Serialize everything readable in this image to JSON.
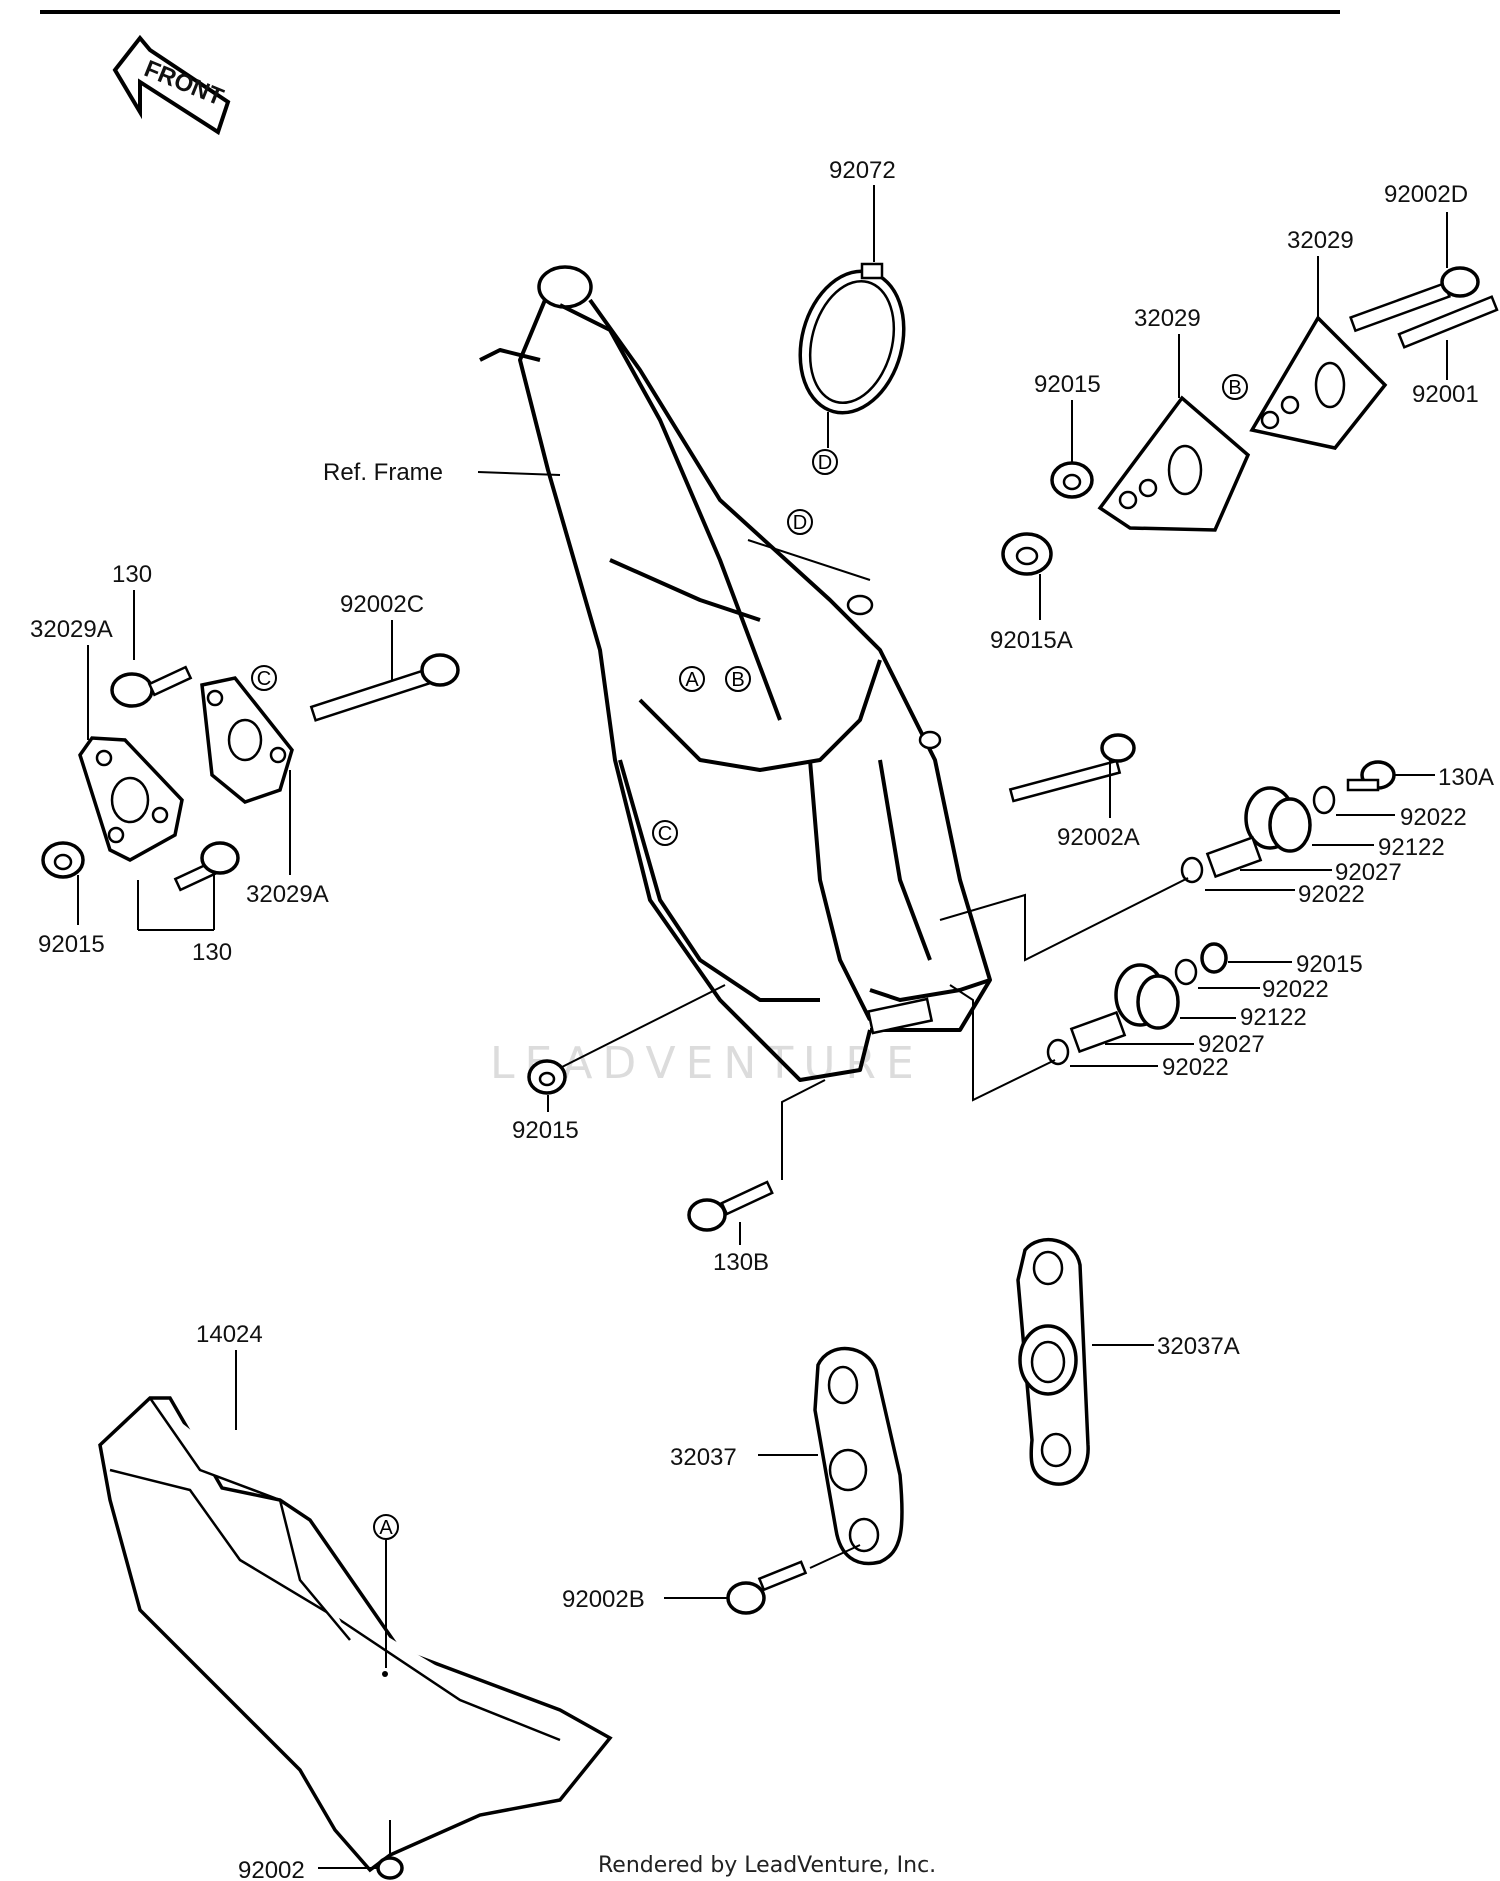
{
  "front_arrow": {
    "label": "FRONT"
  },
  "watermark": "LEADVENTURE",
  "credit": "Rendered by LeadVenture, Inc.",
  "ref_frame_label": "Ref. Frame",
  "callout_letters": {
    "a": "A",
    "b": "B",
    "c": "C",
    "d": "D"
  },
  "parts": {
    "p92072": "92072",
    "p92002D": "92002D",
    "p32029_right_rear": "32029",
    "p32029_right_front": "32029",
    "p92015_top": "92015",
    "p92001": "92001",
    "p92015A": "92015A",
    "p130_top": "130",
    "p32029A_top": "32029A",
    "p92002C": "92002C",
    "p32029A_bottom": "32029A",
    "p92015_left": "92015",
    "p130_bottom": "130",
    "p130A": "130A",
    "p92022_1": "92022",
    "p92122_1": "92122",
    "p92027_1": "92027",
    "p92022_2": "92022",
    "p92002A": "92002A",
    "p92015_right": "92015",
    "p92022_3": "92022",
    "p92122_2": "92122",
    "p92027_2": "92027",
    "p92022_4": "92022",
    "p92015_center": "92015",
    "p130B": "130B",
    "p14024": "14024",
    "p32037": "32037",
    "p32037A": "32037A",
    "p92002B": "92002B",
    "p92002": "92002"
  }
}
